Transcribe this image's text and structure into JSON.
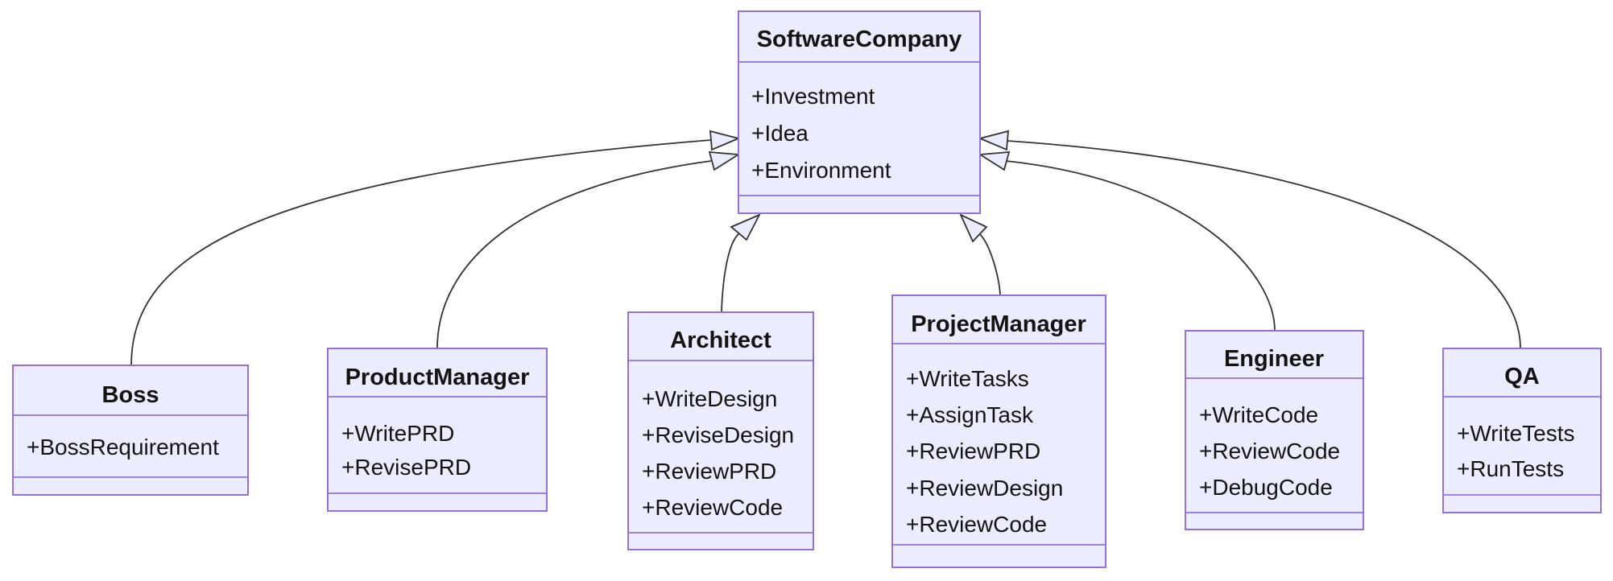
{
  "diagram": {
    "type": "uml-class-diagram",
    "background": "#ffffff",
    "colors": {
      "node_fill": "#ECECFF",
      "node_border": "#9370DB",
      "edge_line": "#333333",
      "text": "#131313"
    },
    "classes": [
      {
        "name": "SoftwareCompany",
        "attributes": [
          "+Investment",
          "+Idea",
          "+Environment"
        ],
        "methods": []
      },
      {
        "name": "Boss",
        "attributes": [
          "+BossRequirement"
        ],
        "methods": []
      },
      {
        "name": "ProductManager",
        "attributes": [
          "+WritePRD",
          "+RevisePRD"
        ],
        "methods": []
      },
      {
        "name": "Architect",
        "attributes": [
          "+WriteDesign",
          "+ReviseDesign",
          "+ReviewPRD",
          "+ReviewCode"
        ],
        "methods": []
      },
      {
        "name": "ProjectManager",
        "attributes": [
          "+WriteTasks",
          "+AssignTask",
          "+ReviewPRD",
          "+ReviewDesign",
          "+ReviewCode"
        ],
        "methods": []
      },
      {
        "name": "Engineer",
        "attributes": [
          "+WriteCode",
          "+ReviewCode",
          "+DebugCode"
        ],
        "methods": []
      },
      {
        "name": "QA",
        "attributes": [
          "+WriteTests",
          "+RunTests"
        ],
        "methods": []
      }
    ],
    "relations": [
      {
        "from": "Boss",
        "to": "SoftwareCompany",
        "type": "inheritance"
      },
      {
        "from": "ProductManager",
        "to": "SoftwareCompany",
        "type": "inheritance"
      },
      {
        "from": "Architect",
        "to": "SoftwareCompany",
        "type": "inheritance"
      },
      {
        "from": "ProjectManager",
        "to": "SoftwareCompany",
        "type": "inheritance"
      },
      {
        "from": "Engineer",
        "to": "SoftwareCompany",
        "type": "inheritance"
      },
      {
        "from": "QA",
        "to": "SoftwareCompany",
        "type": "inheritance"
      }
    ]
  }
}
